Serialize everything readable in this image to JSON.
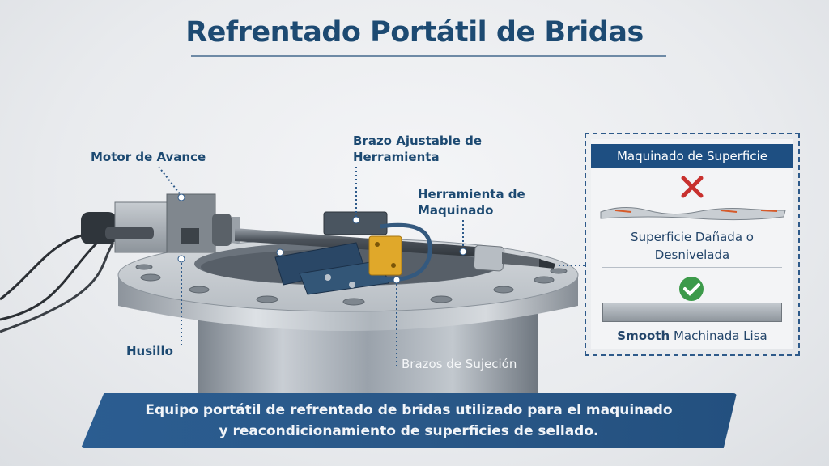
{
  "title": "Refrentado Portátil de Bridas",
  "labels": {
    "motor": "Motor de Avance",
    "arm_line1": "Brazo Ajustable de",
    "arm_line2": "Herramienta",
    "tool_line1": "Herramienta de",
    "tool_line2": "Maquinado",
    "spindle": "Husillo",
    "clamp_arms": "Brazos de Sujeción"
  },
  "panel": {
    "header": "Maquinado de Superficie",
    "bad_icon": "x-mark-icon",
    "bad_line1": "Superficie Dañada o",
    "bad_line2": "Desnivelada",
    "good_icon": "check-circle-icon",
    "good_bold": "Smooth",
    "good_rest": " Machinada Lisa"
  },
  "caption": {
    "line1": "Equipo portátil de refrentado de bridas utilizado para el maquinado",
    "line2": "y reacondicionamiento de superficies de sellado."
  },
  "colors": {
    "title": "#1d4a72",
    "accent_blue": "#1e4f82",
    "bad_red": "#c8302e",
    "good_green": "#3c9a4a",
    "tool_gold": "#e0a82a"
  }
}
